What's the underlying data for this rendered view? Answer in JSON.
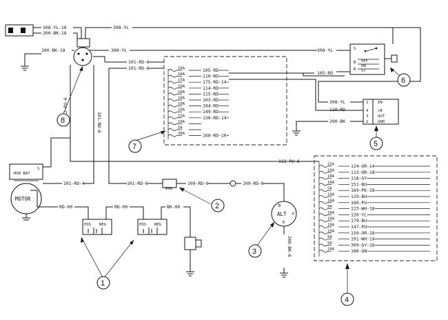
{
  "top_left": {
    "w1": "308-YL-18",
    "w2": "200-BK-18",
    "w3": "200-BK-18",
    "w4": "308-YL",
    "w5": "308-YL",
    "w6": "101-RD-6",
    "w7": "101-RD-6",
    "w8": "112-PU-6",
    "w9": "101-RD-6"
  },
  "panel7": {
    "fuses": [
      {
        "rating": "10A",
        "wire": "105-RD"
      },
      {
        "rating": "10A",
        "wire": "110-RD"
      },
      {
        "rating": "15A",
        "wire": "175-RD-14"
      },
      {
        "rating": "10A",
        "wire": "114-RD"
      },
      {
        "rating": "10A",
        "wire": "115-RD"
      },
      {
        "rating": "10A",
        "wire": "103-RD"
      },
      {
        "rating": "10A",
        "wire": "184-RD"
      },
      {
        "rating": "10A",
        "wire": "149-RD"
      },
      {
        "rating": "15A",
        "wire": "130-RD-14"
      },
      {
        "rating": "10A",
        "wire": ""
      },
      {
        "rating": "5A",
        "wire": ""
      },
      {
        "rating": "30A",
        "wire": "168-RD-10"
      }
    ]
  },
  "panel4": {
    "fuses": [
      {
        "rating": "15A",
        "wire": "124-OR-14"
      },
      {
        "rating": "10A",
        "wire": "113-OR-18"
      },
      {
        "rating": "10A",
        "wire": "118-GY"
      },
      {
        "rating": "10A",
        "wire": "152-BU"
      },
      {
        "rating": "5A",
        "wire": "169-PK-18"
      },
      {
        "rating": "10A",
        "wire": "129-BU"
      },
      {
        "rating": "10A",
        "wire": "160-PU"
      },
      {
        "rating": "5A",
        "wire": "123-WH-18"
      },
      {
        "rating": "10A",
        "wire": "120-YL"
      },
      {
        "rating": "10A",
        "wire": "179-BU"
      },
      {
        "rating": "10A",
        "wire": "147-PU"
      },
      {
        "rating": "10A",
        "wire": "150-OR-18"
      },
      {
        "rating": "5A",
        "wire": "191-WH-14"
      },
      {
        "rating": "5A",
        "wire": "309-GY-18"
      },
      {
        "rating": "10A",
        "wire": "180-GN"
      }
    ]
  },
  "key_switch": {
    "w_in": "308-YL",
    "w_out": "105-RD",
    "positions": [
      "OFF",
      "ON",
      "ST"
    ],
    "terminals": [
      "S",
      "B",
      "R"
    ]
  },
  "relay5": {
    "w1": "308-YL",
    "w2": "110-RD",
    "w3": "200-BK",
    "pins": [
      "1",
      "4",
      "3",
      "2"
    ],
    "labels": [
      "IN",
      "+B",
      "OUT",
      "GND"
    ]
  },
  "main_wires": {
    "pu": "112-PU-6",
    "rd4": "101-RD-4",
    "rd6": "101-RD-6",
    "fuse60": "60A",
    "w109a": "109-RD-6",
    "w109b": "109-RD-6",
    "rd00a": "RD-00",
    "rd00b": "RD-00",
    "bk00": "BK-00",
    "alt_gnd": "200-BK-6"
  },
  "motor": {
    "label": "MOTOR",
    "terminal": "MIR BAT",
    "s": "S"
  },
  "battery": {
    "pos": "POS",
    "neg": "NEG"
  },
  "alternator": {
    "label": "ALT",
    "b": "B",
    "p": "P",
    "e": "E"
  },
  "callouts": [
    "1",
    "2",
    "3",
    "4",
    "5",
    "6",
    "7",
    "8"
  ]
}
